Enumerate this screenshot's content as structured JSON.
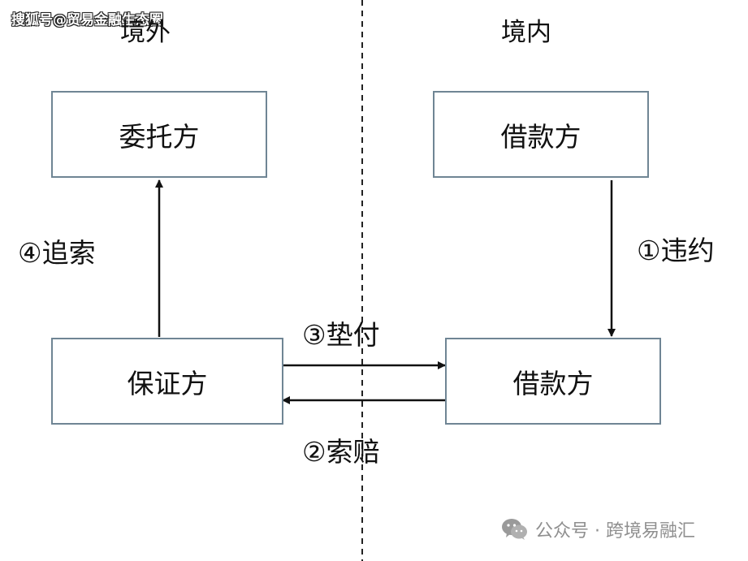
{
  "watermark": {
    "top_text": "搜狐号@贸易金融生态圈"
  },
  "regions": {
    "offshore": "境外",
    "onshore": "境内"
  },
  "nodes": {
    "principal": "委托方",
    "borrower_top": "借款方",
    "guarantor": "保证方",
    "borrower_bottom": "借款方"
  },
  "edges": {
    "default": "①违约",
    "claim": "②索赔",
    "payment": "③垫付",
    "recourse": "④追索"
  },
  "footer": {
    "wechat_text": "公众号 · 跨境易融汇",
    "icon": "wechat-icon"
  },
  "colors": {
    "box_border": "#6f8594",
    "arrow": "#111111",
    "divider": "#222222",
    "footer_text": "#8f8f8f"
  }
}
